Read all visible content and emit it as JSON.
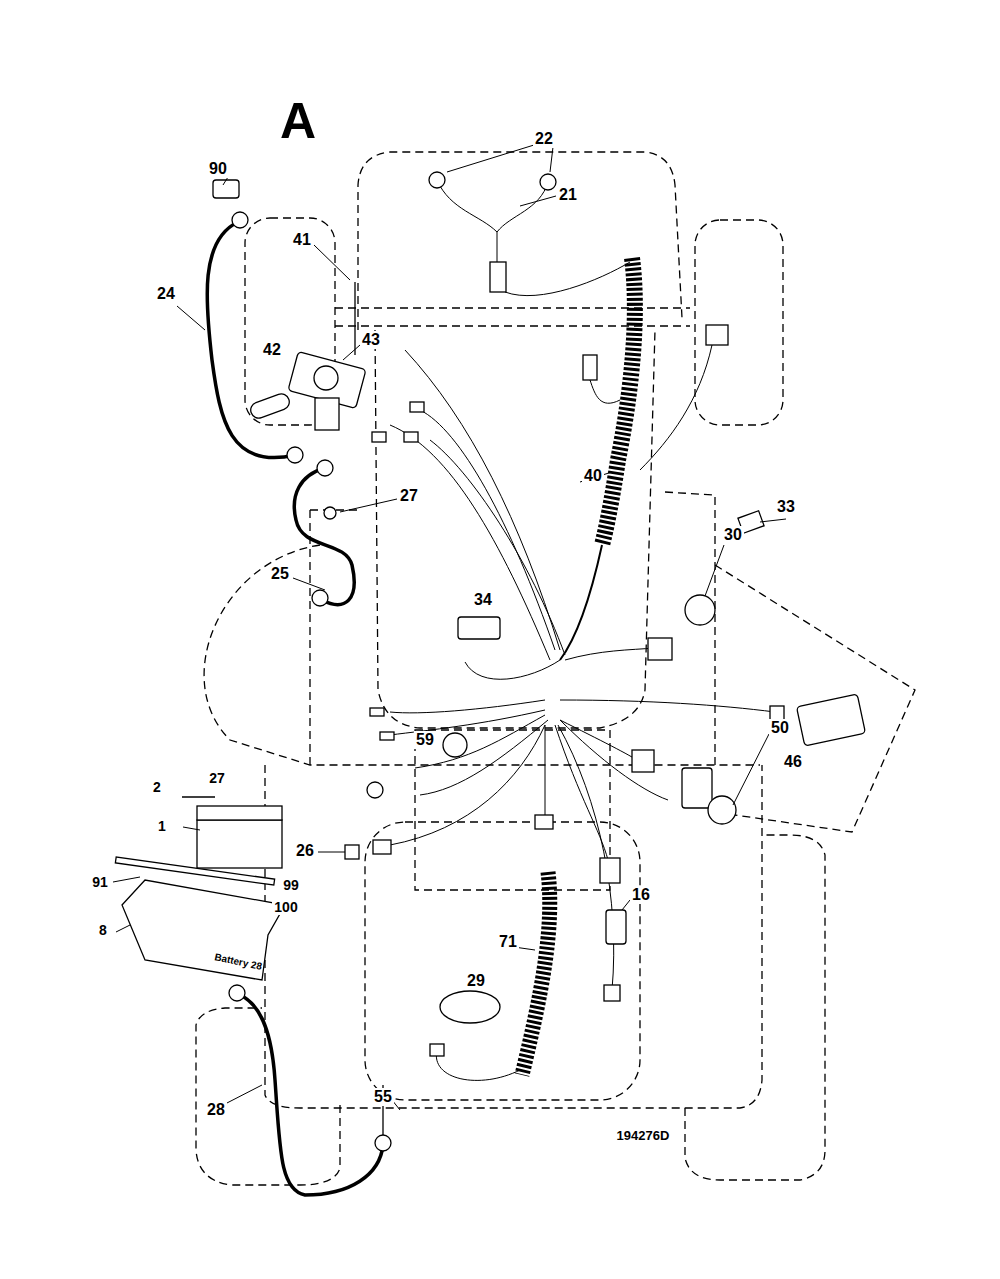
{
  "diagram": {
    "title": "A",
    "labels": [
      "22",
      "21",
      "90",
      "41",
      "43",
      "24",
      "42",
      "40",
      "27",
      "33",
      "30",
      "25",
      "34",
      "59",
      "50",
      "46",
      "2",
      "27",
      "1",
      "91",
      "99",
      "100",
      "8",
      "26",
      "16",
      "71",
      "29",
      "Battery 28",
      "28",
      "55",
      "194276D"
    ]
  }
}
